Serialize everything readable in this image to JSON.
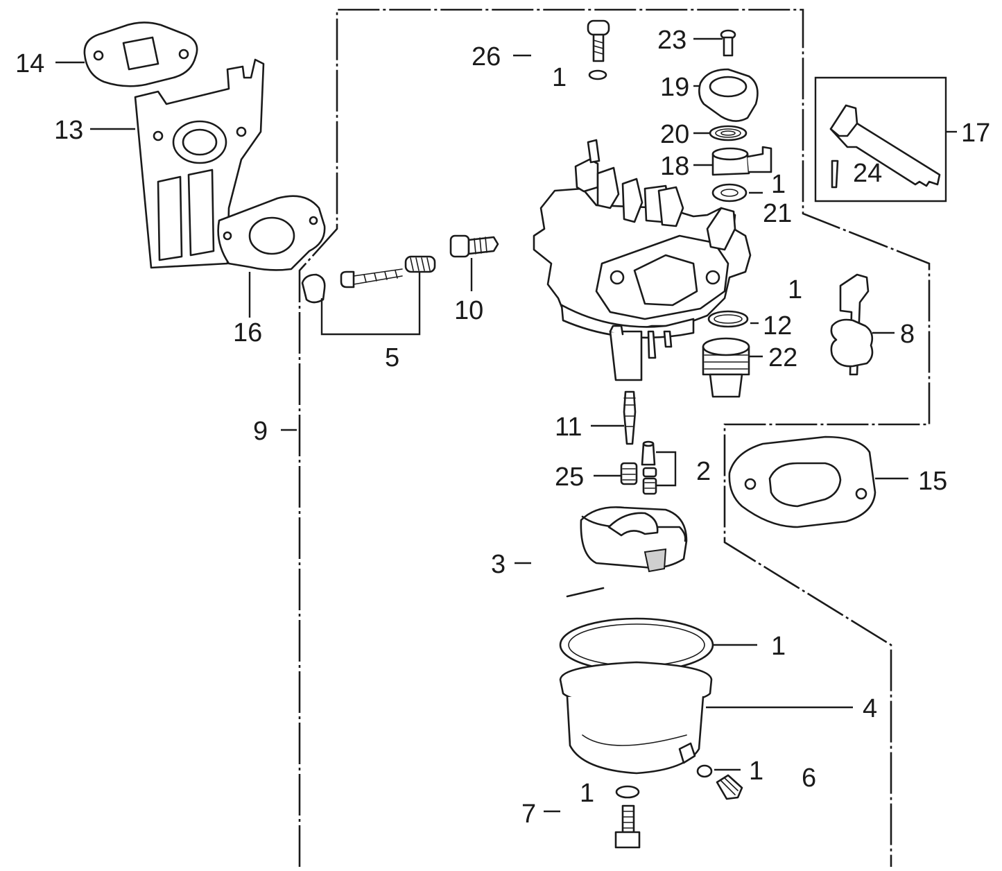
{
  "callouts": {
    "c1_jet": "1",
    "c1_needle": "1",
    "c1_oring": "1",
    "c1_bowl": "1",
    "c1_drain": "1",
    "c1_bolt": "1",
    "c1_float": "1",
    "c2": "2",
    "c3": "3",
    "c4": "4",
    "c5": "5",
    "c6": "6",
    "c7": "7",
    "c8": "8",
    "c9": "9",
    "c10": "10",
    "c11": "11",
    "c12": "12",
    "c13": "13",
    "c14": "14",
    "c15": "15",
    "c16": "16",
    "c17": "17",
    "c18": "18",
    "c19": "19",
    "c20": "20",
    "c21": "21",
    "c22": "22",
    "c23": "23",
    "c24": "24",
    "c25": "25",
    "c26": "26"
  }
}
